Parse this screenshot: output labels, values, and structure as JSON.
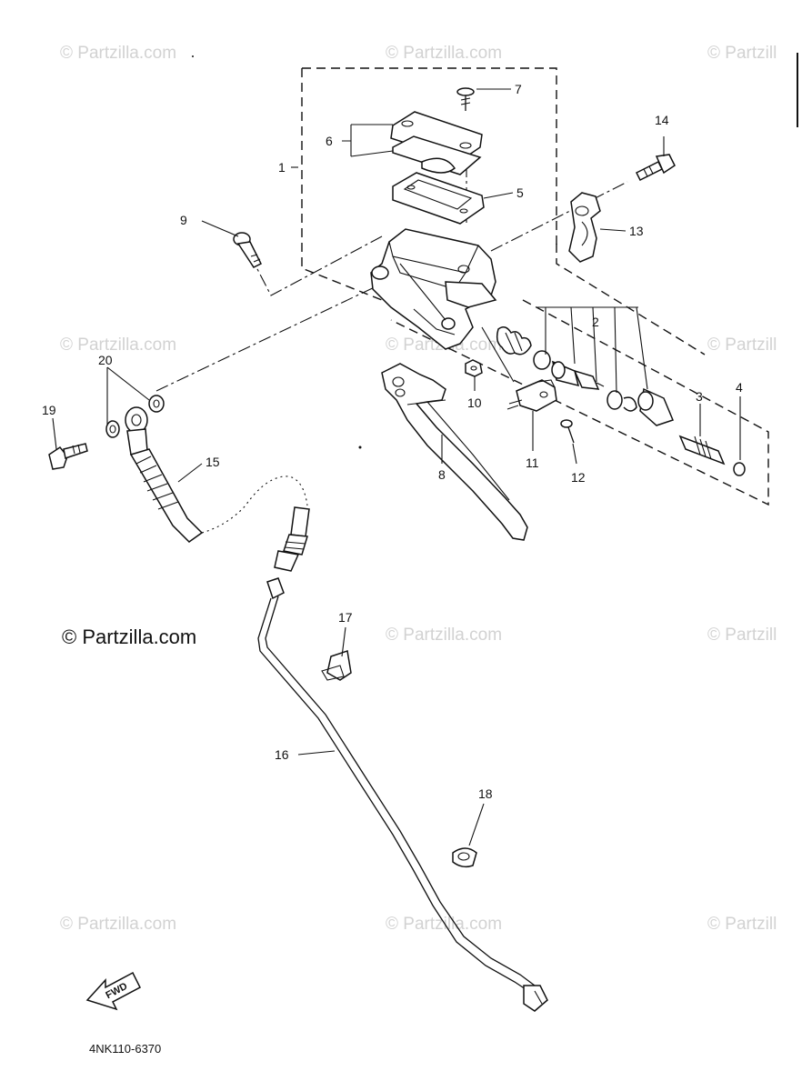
{
  "watermark": "© Partzilla.com",
  "watermark_cut": "© Partzill",
  "brand_label": "© Partzilla.com",
  "diagram_code": "4NK110-6370",
  "fwd_label": "FWD",
  "callouts": {
    "c1": "1",
    "c2": "2",
    "c3": "3",
    "c4": "4",
    "c5": "5",
    "c6": "6",
    "c7": "7",
    "c8": "8",
    "c9": "9",
    "c10": "10",
    "c11": "11",
    "c12": "12",
    "c13": "13",
    "c14": "14",
    "c15": "15",
    "c16": "16",
    "c17": "17",
    "c18": "18",
    "c19": "19",
    "c20": "20"
  }
}
